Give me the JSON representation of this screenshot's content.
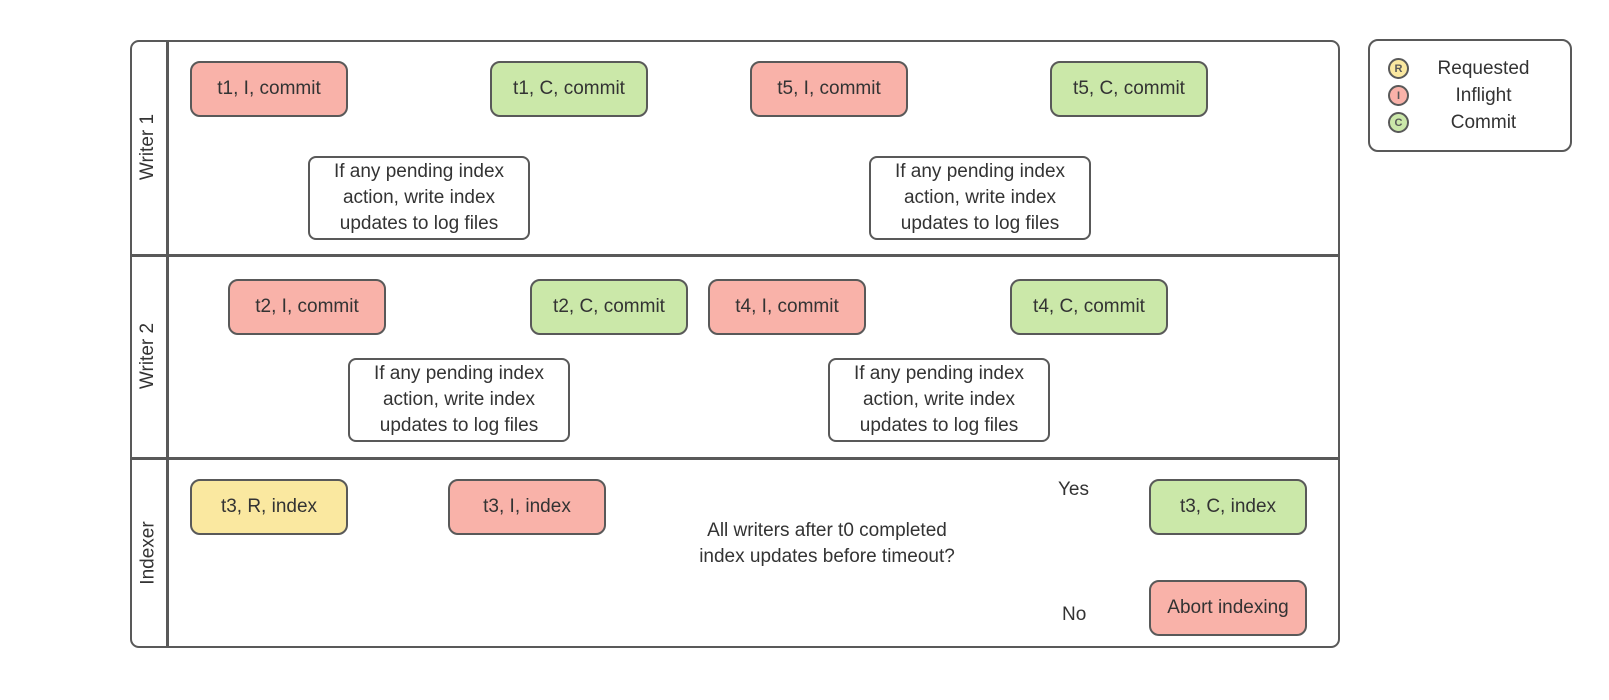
{
  "diagram": {
    "lanes": [
      {
        "label": "Writer 1",
        "sequences": [
          {
            "inflight": "t1, I, commit",
            "note": "If any pending index action, write index updates to log files",
            "commit": "t1, C, commit"
          },
          {
            "inflight": "t5, I, commit",
            "note": "If any pending index action, write index updates to log files",
            "commit": "t5, C, commit"
          }
        ]
      },
      {
        "label": "Writer 2",
        "sequences": [
          {
            "inflight": "t2, I, commit",
            "note": "If any pending index action, write index updates to log files",
            "commit": "t2, C, commit"
          },
          {
            "inflight": "t4, I, commit",
            "note": "If any pending index action, write index updates to log files",
            "commit": "t4, C, commit"
          }
        ]
      },
      {
        "label": "Indexer",
        "requested": "t3, R, index",
        "inflight": "t3, I, index",
        "decision": "All writers after t0 completed index updates before timeout?",
        "yes_label": "Yes",
        "no_label": "No",
        "yes_result": "t3, C, index",
        "no_result": "Abort indexing"
      }
    ]
  },
  "legend": {
    "items": [
      {
        "symbol": "R",
        "label": "Requested",
        "color": "#fae8a0"
      },
      {
        "symbol": "I",
        "label": "Inflight",
        "color": "#f9b2a9"
      },
      {
        "symbol": "C",
        "label": "Commit",
        "color": "#cbe8a9"
      }
    ]
  },
  "colors": {
    "requested_fill": "#fae8a0",
    "inflight_fill": "#f9b2a9",
    "commit_fill": "#cbe8a9",
    "process_fill": "#ffffff",
    "shape_stroke": "#595959",
    "connector": "#666666",
    "lock": "#2b3195",
    "text": "#333333"
  }
}
